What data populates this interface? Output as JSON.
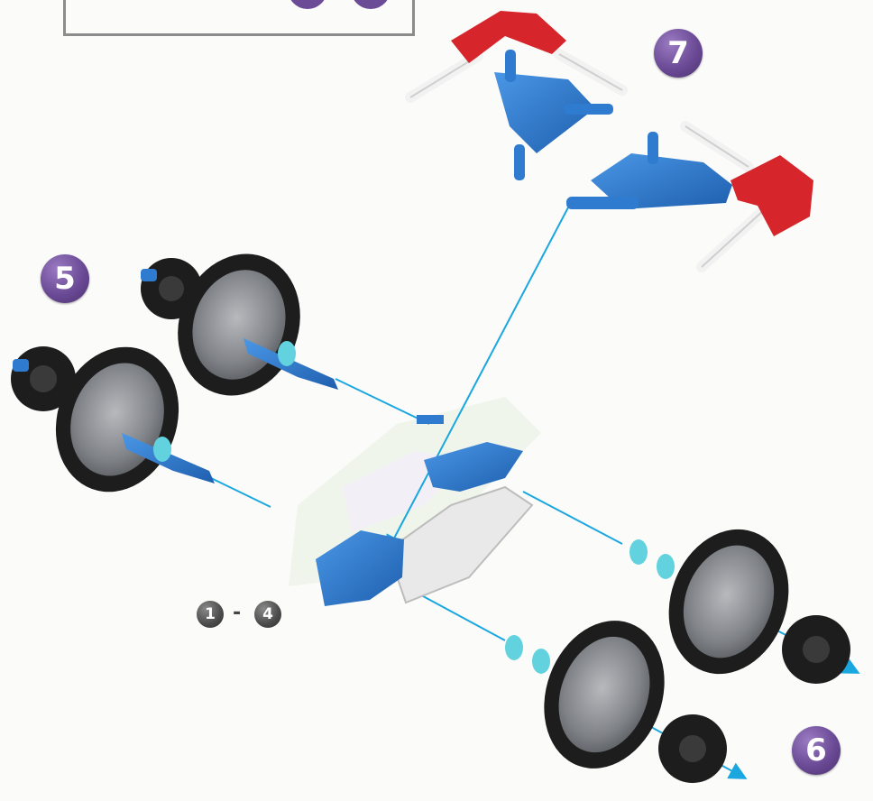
{
  "steps": {
    "step5": "5",
    "step6": "6",
    "step7": "7"
  },
  "range": {
    "from": "1",
    "to": "4",
    "separator": "-"
  },
  "colors": {
    "badge_purple": "#6b4a96",
    "part_blue": "#2f7bd0",
    "part_red": "#d6252b",
    "part_white": "#f2f2f2",
    "tire_black": "#1d1d1d",
    "hub_gray": "#8a8d92",
    "washer_cyan": "#62d3de",
    "guide_line": "#1aa7e0"
  },
  "icons": [
    "step-badge",
    "gear-icon",
    "wheel-icon",
    "axle-icon",
    "washer-icon",
    "arrow-icon",
    "bracket-icon"
  ]
}
